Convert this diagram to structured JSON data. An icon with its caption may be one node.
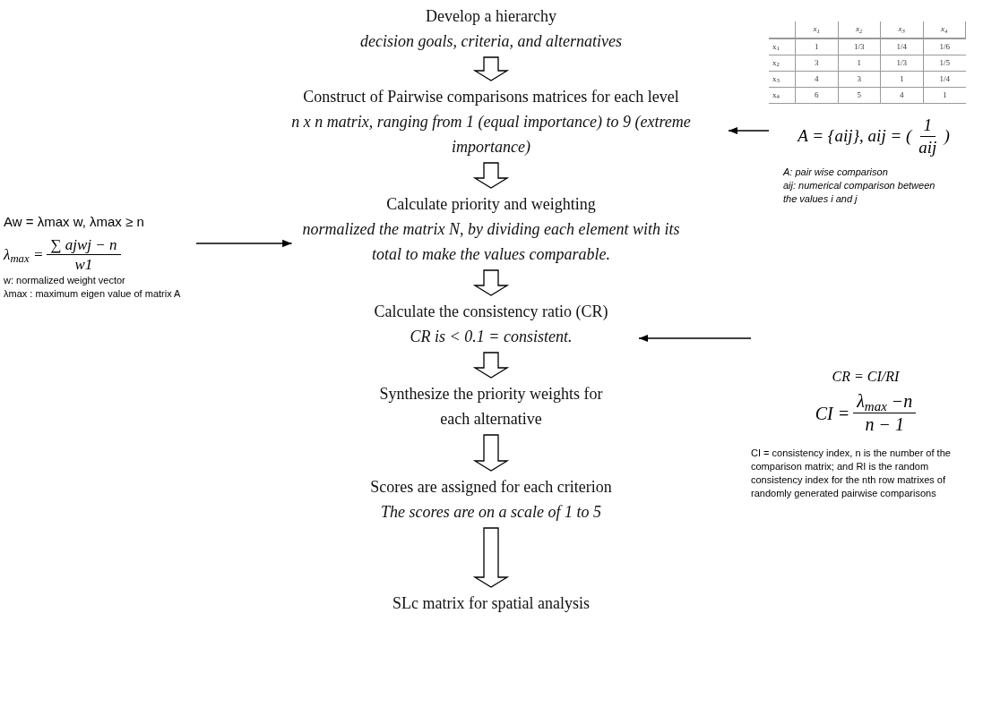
{
  "diagram": {
    "nodes": [
      {
        "text": [
          "Develop a hierarchy",
          "decision goals, criteria, and alternatives"
        ]
      },
      {
        "text": [
          "Construct of Pairwise comparisons matrices for each level",
          "n x n matrix, ranging from 1 (equal importance) to 9 (extreme importance)"
        ]
      },
      {
        "text": [
          "Calculate priority and weighting",
          "normalized the matrix N, by dividing each element with its total to make the values comparable."
        ]
      },
      {
        "text": [
          "Calculate the consistency ratio (CR)",
          "CR is < 0.1 = consistent."
        ]
      },
      {
        "text": [
          "Synthesize the priority weights for each alternative"
        ]
      },
      {
        "text": [
          "Scores are assigned for each criterion",
          "The scores are on a scale of 1 to 5"
        ]
      },
      {
        "text": [
          "SLc matrix for spatial analysis"
        ]
      },
      {
        "text": [
          "A = {aij}, aij = (",
          "1",
          "aij",
          ")",
          "A: pair wise comparison",
          "aij: numerical comparison between the values i and j"
        ]
      },
      {
        "text": [
          "Aw = λmax w, λmax ≥ n",
          "λ$_{max}$ =",
          "∑ ajwj − n",
          "w1",
          "w: normalized weight vector",
          "λmax : maximum eigen value of matrix A"
        ]
      },
      {
        "text": [
          "CR = CI/RI",
          "CI =",
          "λ$_{max}$ −n",
          "n − 1",
          "CI = consistency index, n is the number of the comparison matrix; and RI is the random consistency index for the nth row matrixes of randomly generated pairwise comparisons"
        ]
      }
    ],
    "edges": [
      {
        "from": 0,
        "to": 1,
        "arrow": "to",
        "style": "thick"
      },
      {
        "from": 1,
        "to": 2,
        "arrow": "to",
        "style": "thick"
      },
      {
        "from": 2,
        "to": 3,
        "arrow": "to",
        "style": "thick"
      },
      {
        "from": 3,
        "to": 4,
        "arrow": "to",
        "style": "thick"
      },
      {
        "from": 4,
        "to": 5,
        "arrow": "to",
        "style": "thick"
      },
      {
        "from": 5,
        "to": 6,
        "arrow": "to",
        "style": "thick"
      },
      {
        "from": 7,
        "to": 1,
        "arrow": "to"
      },
      {
        "from": 8,
        "to": 2,
        "arrow": "to"
      },
      {
        "from": 9,
        "to": 3,
        "arrow": "to"
      }
    ],
    "labels": [
      "x$_{1}$",
      "x$_{2}$",
      "x$_{3}$",
      "x$_{4}$",
      "x$_{1}$",
      "1",
      "1/3",
      "1/4",
      "1/6",
      "x$_{2}$",
      "3",
      "1",
      "1/3",
      "1/5",
      "x$_{3}$",
      "4",
      "3",
      "1",
      "1/4",
      "x$_{4}$",
      "6",
      "5",
      "4",
      "1"
    ]
  }
}
